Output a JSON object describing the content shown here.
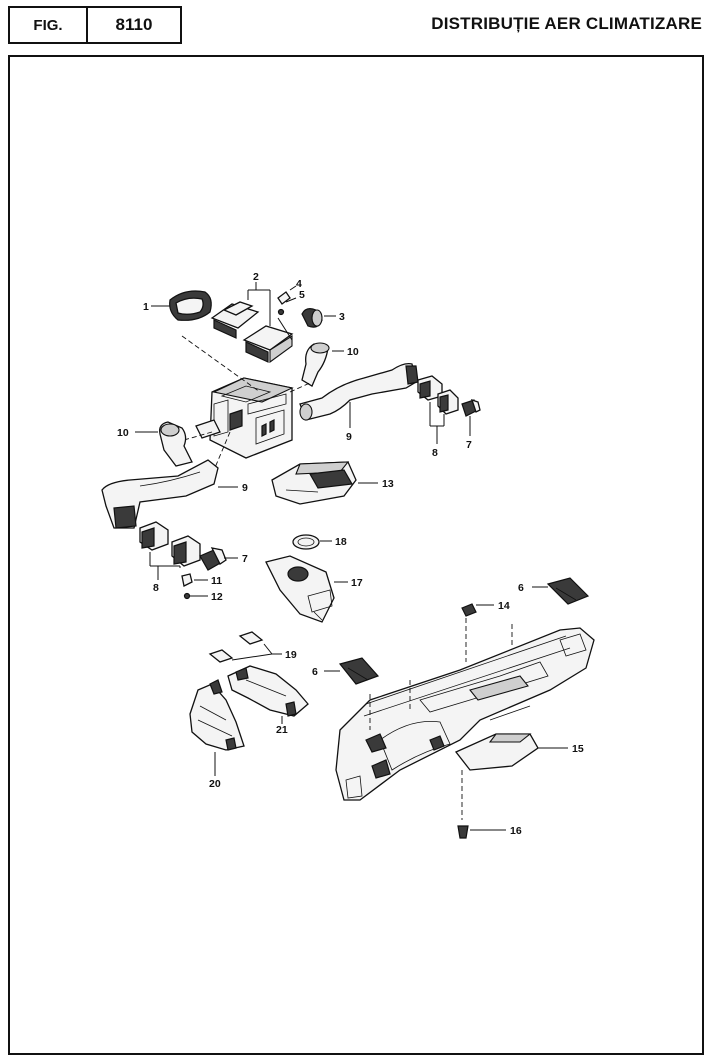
{
  "header": {
    "fig_label": "FIG.",
    "fig_number": "8110",
    "title": "DISTRIBUȚIE AER CLIMATIZARE"
  },
  "callouts": {
    "c1": "1",
    "c2": "2",
    "c3": "3",
    "c4": "4",
    "c5": "5",
    "c6a": "6",
    "c6b": "6",
    "c7a": "7",
    "c7b": "7",
    "c8a": "8",
    "c8b": "8",
    "c9a": "9",
    "c9b": "9",
    "c10a": "10",
    "c10b": "10",
    "c11": "11",
    "c12": "12",
    "c13": "13",
    "c14": "14",
    "c15": "15",
    "c16": "16",
    "c17": "17",
    "c18": "18",
    "c19": "19",
    "c20": "20",
    "c21": "21"
  }
}
